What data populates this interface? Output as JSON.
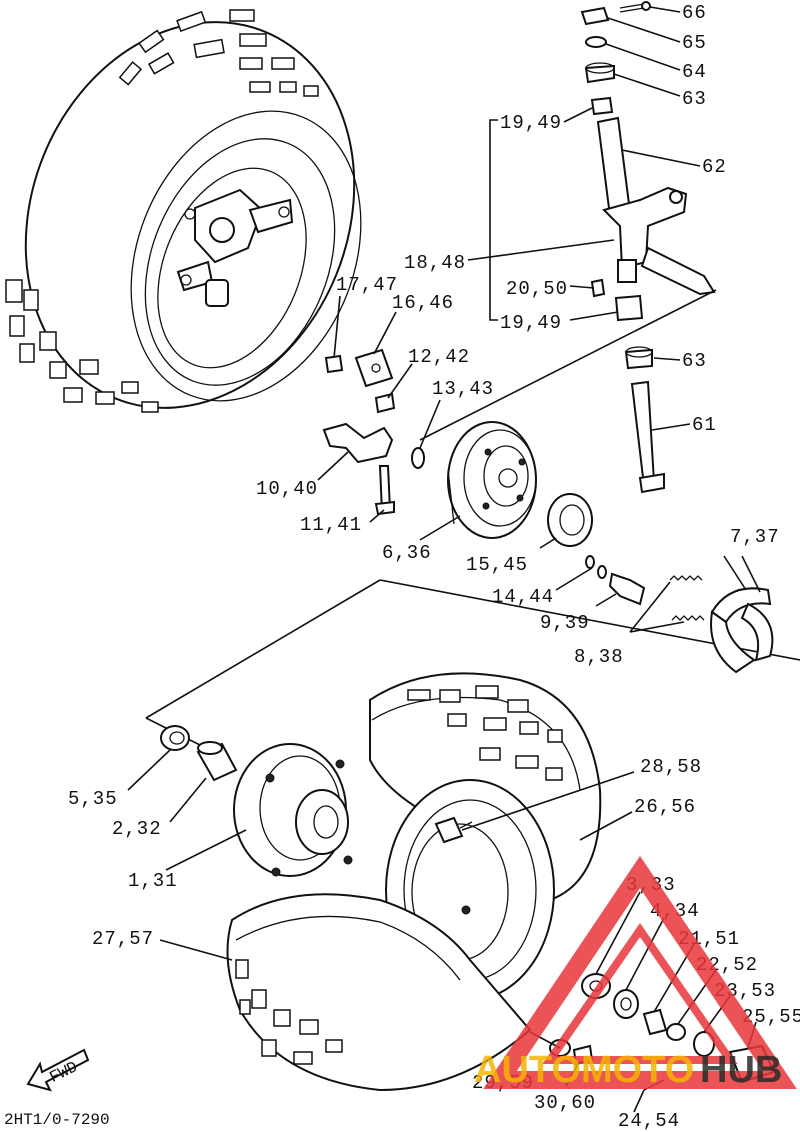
{
  "diagram_code": "2HT1/0-7290",
  "fwd_label": "FWD",
  "watermark": {
    "text_a": "AUTOMOTO",
    "text_b": "HUB",
    "color_a": "#f4b400",
    "color_b": "#2a2a2a",
    "logo_color": "#e8363a"
  },
  "callouts": {
    "c66": "66",
    "c65": "65",
    "c64": "64",
    "c63a": "63",
    "c62": "62",
    "c19_49a": "19,49",
    "c18_48": "18,48",
    "c20_50": "20,50",
    "c19_49b": "19,49",
    "c63b": "63",
    "c61": "61",
    "c17_47": "17,47",
    "c16_46": "16,46",
    "c12_42": "12,42",
    "c13_43": "13,43",
    "c10_40": "10,40",
    "c11_41": "11,41",
    "c6_36": "6,36",
    "c15_45": "15,45",
    "c14_44": "14,44",
    "c9_39": "9,39",
    "c7_37": "7,37",
    "c8_38": "8,38",
    "c5_35": "5,35",
    "c2_32": "2,32",
    "c1_31": "1,31",
    "c28_58": "28,58",
    "c26_56": "26,56",
    "c27_57": "27,57",
    "c3_33": "3,33",
    "c4_34": "4,34",
    "c21_51": "21,51",
    "c22_52": "22,52",
    "c23_53": "23,53",
    "c25_55": "25,55",
    "c29_59": "29,59",
    "c30_60": "30,60",
    "c24_54": "24,54"
  }
}
